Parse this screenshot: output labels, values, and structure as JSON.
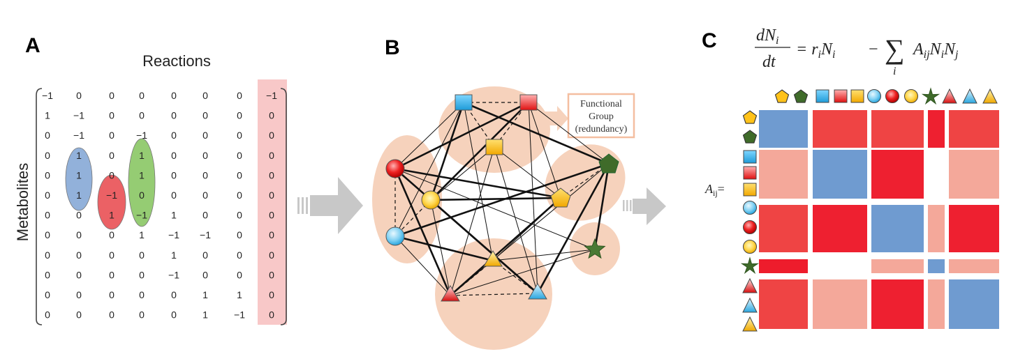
{
  "panels": {
    "a": "A",
    "b": "B",
    "c": "C"
  },
  "matrix_panel": {
    "column_title": "Reactions",
    "row_title": "Metabolites",
    "rows": [
      [
        "−1",
        "0",
        "0",
        "0",
        "0",
        "0",
        "0",
        "−1"
      ],
      [
        "1",
        "−1",
        "0",
        "0",
        "0",
        "0",
        "0",
        "0"
      ],
      [
        "0",
        "−1",
        "0",
        "−1",
        "0",
        "0",
        "0",
        "0"
      ],
      [
        "0",
        "1",
        "0",
        "1",
        "0",
        "0",
        "0",
        "0"
      ],
      [
        "0",
        "1",
        "0",
        "1",
        "0",
        "0",
        "0",
        "0"
      ],
      [
        "0",
        "1",
        "−1",
        "0",
        "0",
        "0",
        "0",
        "0"
      ],
      [
        "0",
        "0",
        "1",
        "−1",
        "1",
        "0",
        "0",
        "0"
      ],
      [
        "0",
        "0",
        "0",
        "1",
        "−1",
        "−1",
        "0",
        "0"
      ],
      [
        "0",
        "0",
        "0",
        "0",
        "1",
        "0",
        "0",
        "0"
      ],
      [
        "0",
        "0",
        "0",
        "0",
        "−1",
        "0",
        "0",
        "0"
      ],
      [
        "0",
        "0",
        "0",
        "0",
        "0",
        "1",
        "1",
        "0"
      ],
      [
        "0",
        "0",
        "0",
        "0",
        "0",
        "1",
        "−1",
        "0"
      ]
    ],
    "colors": {
      "blue_ellipse": "#7fa3d4",
      "red_ellipse": "#e8454a",
      "green_ellipse": "#82c35a",
      "highlight_column": "#f8c8c8"
    }
  },
  "network_panel": {
    "callout": [
      "Functional",
      "Group",
      "(redundancy)"
    ],
    "colors": {
      "group_fill": "#f6d2bc",
      "callout_border": "#f4bea0",
      "arrow": "#c8c8c8"
    }
  },
  "interaction_panel": {
    "equation": {
      "numerator": "dN",
      "numerator_sub": "i",
      "denominator": "dt",
      "rhs_first": "= r",
      "rhs_first_sub": "i",
      "rhs_first_tail": "N",
      "rhs_first_tail_sub": "i",
      "minus": "−",
      "sum": "∑",
      "sum_index": "i",
      "term_a": "A",
      "term_a_sub": "ij",
      "term_ni": "N",
      "term_ni_sub": "i",
      "term_nj": "N",
      "term_nj_sub": "j"
    },
    "matrix_label": "A",
    "matrix_label_sub": "ij",
    "matrix_label_eq": "=",
    "species_icons": [
      "yellow-pentagon-icon",
      "green-pentagon-icon",
      "blue-square-icon",
      "red-square-icon",
      "yellow-square-icon",
      "blue-circle-icon",
      "red-circle-icon",
      "yellow-circle-icon",
      "green-star-icon",
      "red-triangle-icon",
      "blue-triangle-icon",
      "yellow-triangle-icon"
    ],
    "block_groups": [
      "pentagons",
      "squares",
      "circles",
      "star",
      "triangles"
    ],
    "block_colors": [
      [
        "#6f9bd0",
        "#ef4444",
        "#ef4444",
        "#ee2030",
        "#ef4444"
      ],
      [
        "#f4a89a",
        "#6f9bd0",
        "#ee2030",
        "none",
        "#f4a89a"
      ],
      [
        "#ef4444",
        "#ee2030",
        "#6f9bd0",
        "#f4a89a",
        "#ee2030"
      ],
      [
        "#ee1c2c",
        "none",
        "#f4a89a",
        "#6f9bd0",
        "#f4a89a"
      ],
      [
        "#ef4444",
        "#f4a89a",
        "#ee2030",
        "#f4a89a",
        "#6f9bd0"
      ]
    ]
  }
}
